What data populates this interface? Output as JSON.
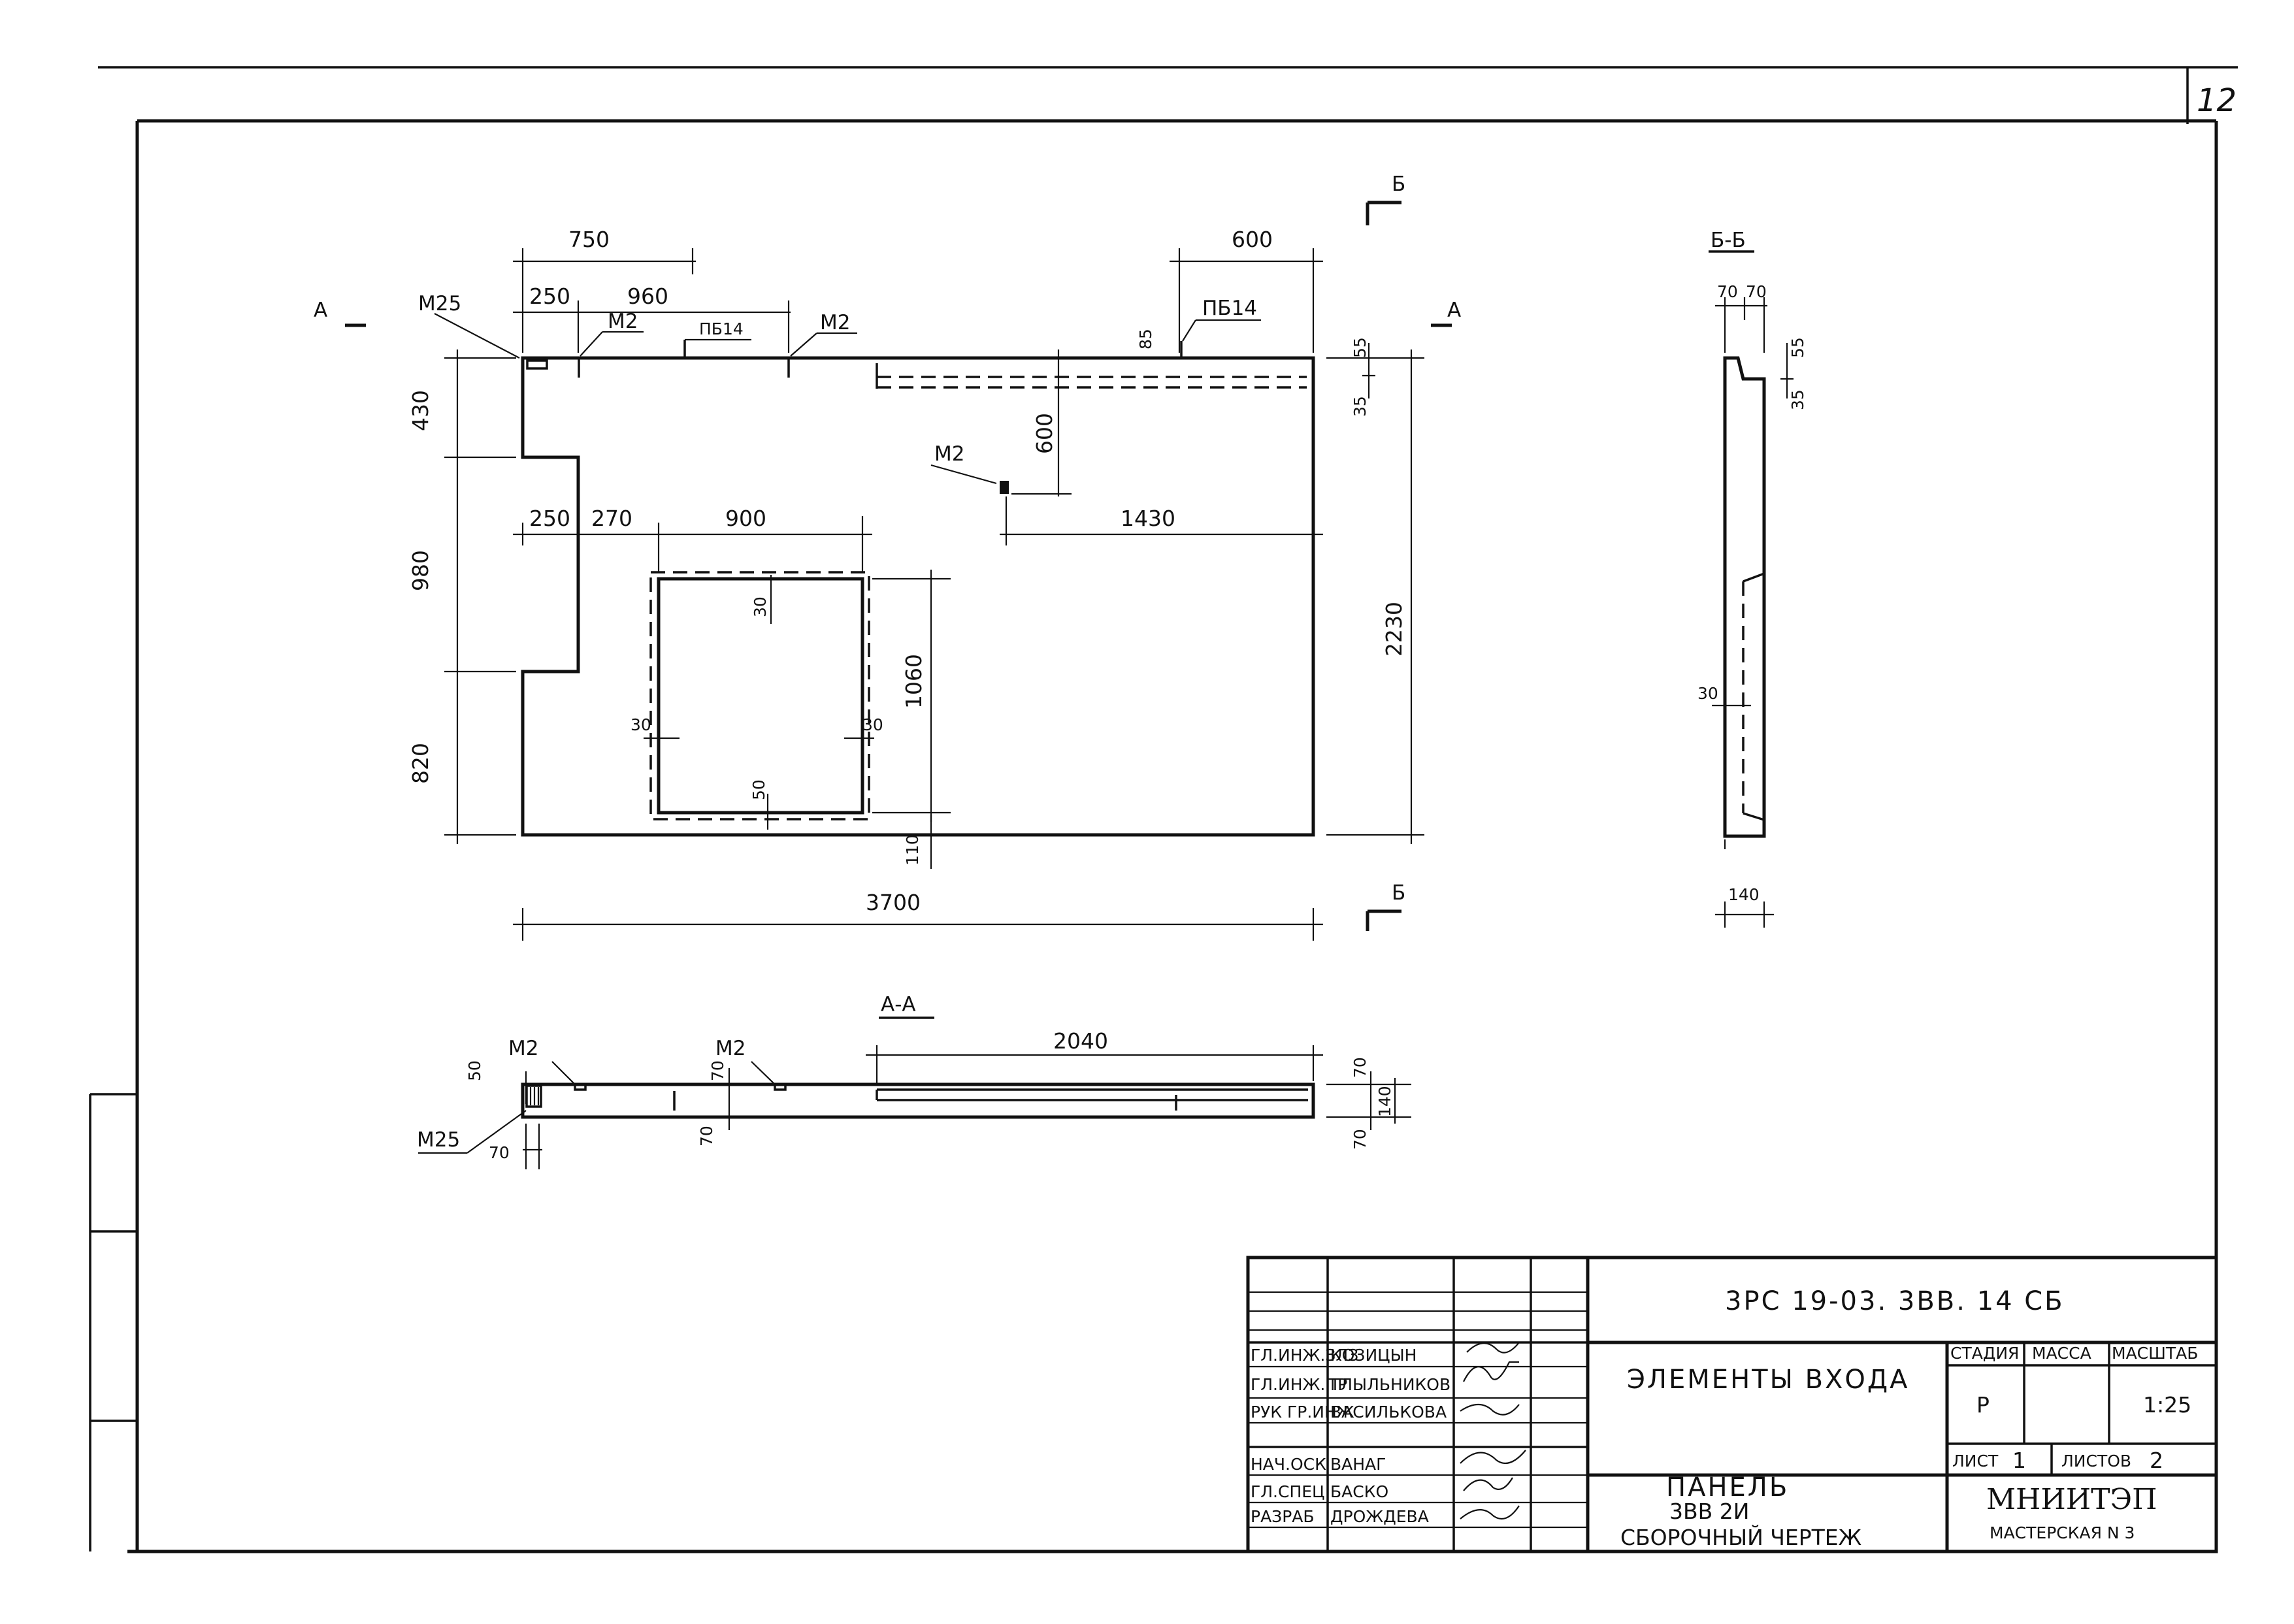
{
  "sheet": {
    "page_number": "12"
  },
  "front_view": {
    "section_marks": {
      "a_left": "А",
      "a_right": "А",
      "b_top": "Б",
      "b_bottom": "Б"
    },
    "dims": {
      "top_750": "750",
      "top_600": "600",
      "top_250": "250",
      "top_960": "960",
      "left_430": "430",
      "left_980": "980",
      "left_820": "820",
      "mid_250": "250",
      "mid_270": "270",
      "mid_900": "900",
      "mid_1430": "1430",
      "vert_600": "600",
      "top_85": "85",
      "right_55": "55",
      "right_35": "35",
      "right_2230": "2230",
      "open_1060": "1060",
      "open_30_top": "30",
      "open_30_left": "30",
      "open_30_right": "30",
      "open_50_bottom": "50",
      "bottom_110": "110",
      "overall_3700": "3700"
    },
    "labels": {
      "m25": "М25",
      "m2_a": "М2",
      "m2_b": "М2",
      "m2_c": "М2",
      "pb14_a": "ПБ14",
      "pb14_b": "ПБ14"
    }
  },
  "section_bb": {
    "title": "Б-Б",
    "dims": {
      "d70a": "70",
      "d70b": "70",
      "d55": "55",
      "d35": "35",
      "d30": "30",
      "d140": "140"
    }
  },
  "section_aa": {
    "title": "А-А",
    "dims": {
      "d2040": "2040",
      "d50": "50",
      "d70_left": "70",
      "d70_mid_top": "70",
      "d70_mid_bottom": "70",
      "d70_right_top": "70",
      "d140": "140",
      "d70_right_bottom": "70"
    },
    "labels": {
      "m2_a": "М2",
      "m2_b": "М2",
      "m25": "М25"
    }
  },
  "title_block": {
    "doc_code": "3РС 19-03. 3ВВ. 14 СБ",
    "object_title": "ЭЛЕМЕНТЫ ВХОДА",
    "headers": {
      "stage": "СТАДИЯ",
      "mass": "МАССА",
      "scale": "МАСШТАБ"
    },
    "values": {
      "stage": "Р",
      "mass": "",
      "scale": "1:25"
    },
    "sheet_label": "ЛИСТ",
    "sheet_value": "1",
    "sheets_label": "ЛИСТОВ",
    "sheets_value": "2",
    "drawing_name": {
      "line1": "ПАНЕЛЬ",
      "line2": "3ВВ 2И",
      "line3": "СБОРОЧНЫЙ ЧЕРТЕЖ"
    },
    "organization": "МНИИТЭП",
    "workshop": "МАСТЕРСКАЯ N 3",
    "roles": [
      {
        "role": "ГЛ.ИНЖ.ЗЛЗ",
        "name": "КОЗИЦЫН"
      },
      {
        "role": "ГЛ.ИНЖ.ПР",
        "name": "ГЛЫЛЬНИКОВ"
      },
      {
        "role": "РУК ГР.ИНЖ",
        "name": "ВАСИЛЬКОВА"
      },
      {
        "role": "НАЧ.ОСК",
        "name": "ВАНАГ"
      },
      {
        "role": "ГЛ.СПЕЦ",
        "name": "БАСКО"
      },
      {
        "role": "РАЗРАБ",
        "name": "ДРОЖДЕВА"
      }
    ]
  }
}
